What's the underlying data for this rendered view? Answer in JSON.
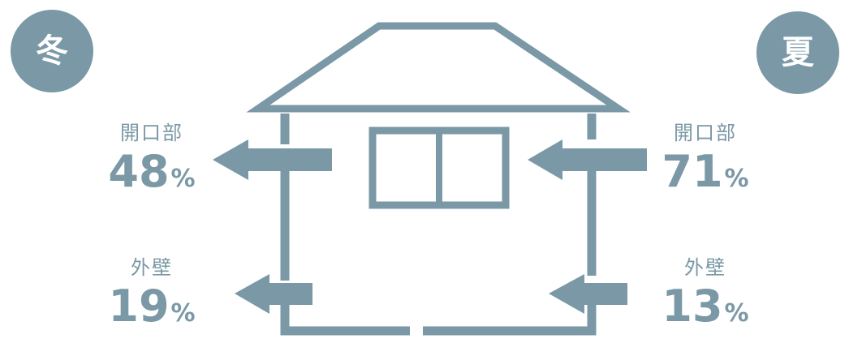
{
  "colors": {
    "primary": "#7a98a5"
  },
  "badges": {
    "winter": "冬",
    "summer": "夏"
  },
  "winter": {
    "opening": {
      "label": "開口部",
      "value": "48",
      "unit": "%"
    },
    "wall": {
      "label": "外壁",
      "value": "19",
      "unit": "%"
    }
  },
  "summer": {
    "opening": {
      "label": "開口部",
      "value": "71",
      "unit": "%"
    },
    "wall": {
      "label": "外壁",
      "value": "13",
      "unit": "%"
    }
  },
  "icons": [
    "house-icon",
    "window-icon",
    "arrow-left-icon"
  ]
}
